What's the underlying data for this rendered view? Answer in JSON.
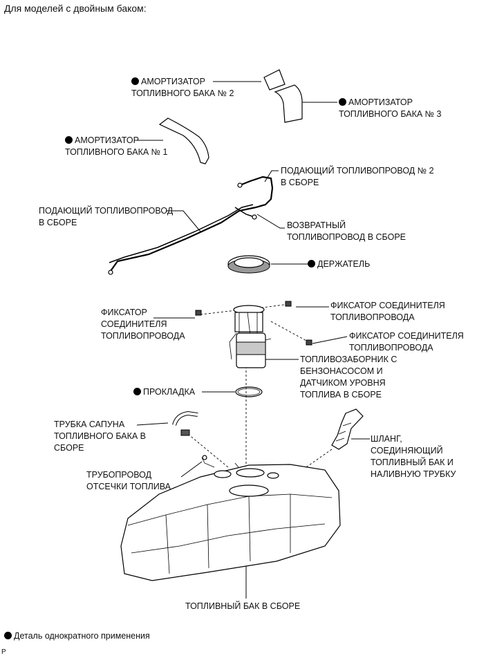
{
  "header": "Для моделей с двойным баком:",
  "labels": {
    "protector2": "АМОРТИЗАТОР\nТОПЛИВНОГО БАКА № 2",
    "protector3": "АМОРТИЗАТОР\nТОПЛИВНОГО БАКА № 3",
    "protector1": "АМОРТИЗАТОР\nТОПЛИВНОГО БАКА № 1",
    "main_line_2": "ПОДАЮЩИЙ ТОПЛИВОПРОВОД № 2\nВ СБОРЕ",
    "main_line": "ПОДАЮЩИЙ ТОПЛИВОПРОВОД\nВ СБОРЕ",
    "return_line": "ВОЗВРАТНЫЙ\nТОПЛИВОПРОВОД В СБОРЕ",
    "retainer": "ДЕРЖАТЕЛЬ",
    "clamp_left": "ФИКСАТОР\nСОЕДИНИТЕЛЯ\nТОПЛИВОПРОВОДА",
    "clamp_right_top": "ФИКСАТОР СОЕДИНИТЕЛЯ\nТОПЛИВОПРОВОДА",
    "clamp_right": "ФИКСАТОР СОЕДИНИТЕЛЯ\nТОПЛИВОПРОВОДА",
    "pump": "ТОПЛИВОЗАБОРНИК С\nБЕНЗОНАСОСОМ И\nДАТЧИКОМ УРОВНЯ\nТОПЛИВА В СБОРЕ",
    "gasket": "ПРОКЛАДКА",
    "breather": "ТРУБКА САПУНА\nТОПЛИВНОГО БАКА В\nСБОРЕ",
    "cutoff": "ТРУБОПРОВОД\nОТСЕЧКИ ТОПЛИВА",
    "hose": "ШЛАНГ,\nСОЕДИНЯЮЩИЙ\nТОПЛИВНЫЙ БАК И\nНАЛИВНУЮ ТРУБКУ",
    "tank": "ТОПЛИВНЫЙ БАК В СБОРЕ"
  },
  "legend": "Деталь однократного применения",
  "footer_code": "P",
  "icons": {
    "non_reusable": "filled-circle"
  }
}
